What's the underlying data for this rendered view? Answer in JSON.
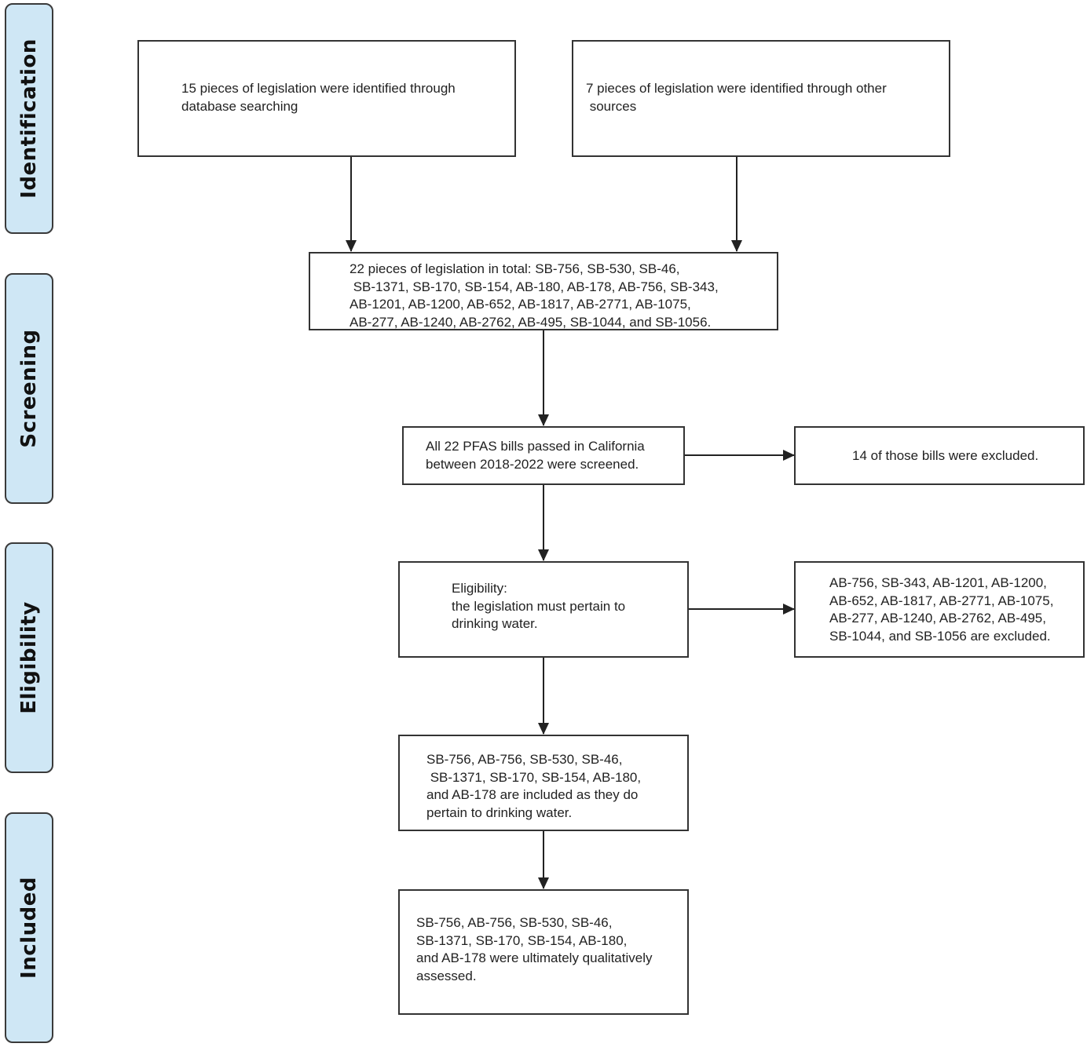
{
  "stages": [
    {
      "id": "identification",
      "label": "Identification"
    },
    {
      "id": "screening",
      "label": "Screening"
    },
    {
      "id": "eligibility",
      "label": "Eligibility"
    },
    {
      "id": "included",
      "label": "Included"
    }
  ],
  "boxes": {
    "database_search": "15 pieces of legislation were identified through\ndatabase searching",
    "other_sources": "7 pieces of legislation were identified through other\n sources",
    "total": "22 pieces of legislation in total: SB-756, SB-530, SB-46,\n SB-1371, SB-170, SB-154, AB-180, AB-178, AB-756, SB-343,\nAB-1201, AB-1200, AB-652, AB-1817, AB-2771, AB-1075,\nAB-277, AB-1240, AB-2762, AB-495, SB-1044, and SB-1056.",
    "screened": "All 22 PFAS bills passed in California\nbetween 2018-2022 were screened.",
    "excluded_screening": "14 of those bills were excluded.",
    "eligibility_criteria": "Eligibility:\nthe legislation must pertain to\ndrinking water.",
    "excluded_eligibility": "AB-756, SB-343, AB-1201, AB-1200,\nAB-652, AB-1817, AB-2771, AB-1075,\nAB-277, AB-1240, AB-2762, AB-495,\nSB-1044, and SB-1056 are excluded.",
    "included_eligibility": "SB-756, AB-756, SB-530, SB-46,\n SB-1371, SB-170, SB-154, AB-180,\nand AB-178 are included as they do\npertain to drinking water.",
    "final_included": "SB-756, AB-756, SB-530, SB-46,\nSB-1371, SB-170, SB-154, AB-180,\nand AB-178 were ultimately qualitatively\nassessed."
  },
  "colors": {
    "stage_fill": "#cfe7f5",
    "border": "#333333",
    "arrow": "#222222"
  }
}
